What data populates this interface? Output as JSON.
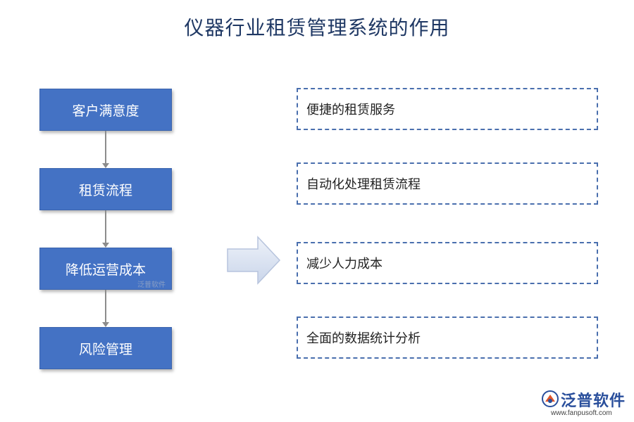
{
  "title": "仪器行业租赁管理系统的作用",
  "steps": [
    {
      "label": "客户满意度"
    },
    {
      "label": "租赁流程"
    },
    {
      "label": "降低运营成本"
    },
    {
      "label": "风险管理"
    }
  ],
  "benefits": [
    {
      "label": "便捷的租赁服务"
    },
    {
      "label": "自动化处理租赁流程"
    },
    {
      "label": "减少人力成本"
    },
    {
      "label": "全面的数据统计分析"
    }
  ],
  "watermark": "泛普软件",
  "logo": {
    "name": "泛普软件",
    "url": "www.fanpusoft.com"
  },
  "colors": {
    "box_fill": "#4472c4",
    "dash_border": "#4a6fae",
    "arrow_fill": "#dce3f1",
    "title": "#1f3864"
  }
}
